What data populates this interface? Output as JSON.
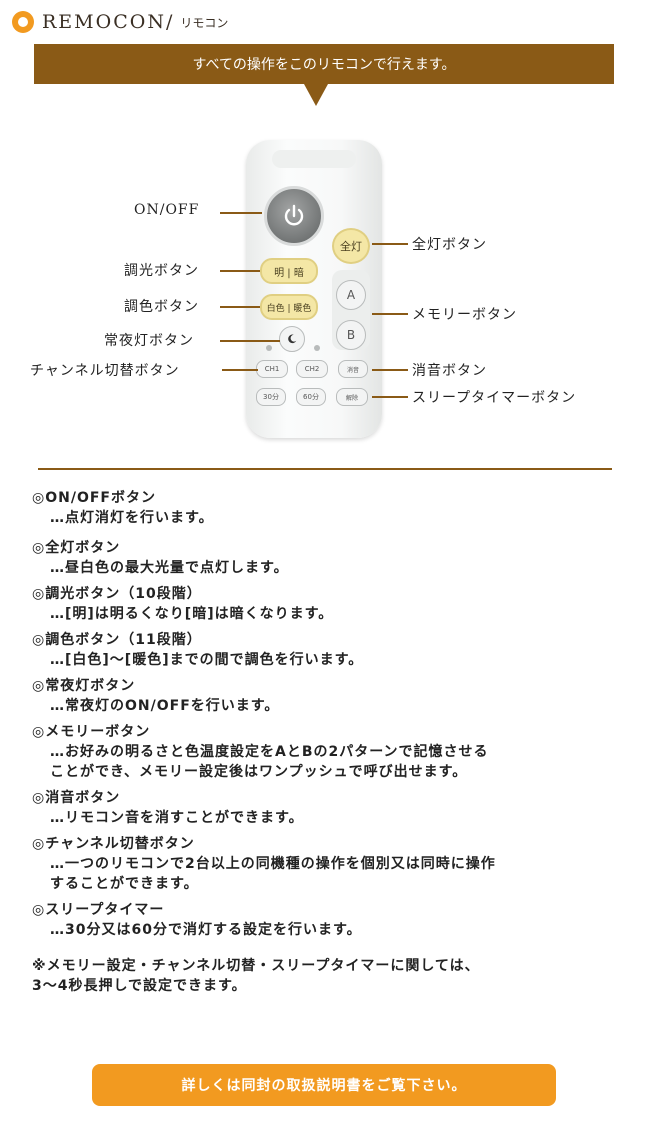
{
  "header": {
    "title": "REMOCON/",
    "subtitle": "リモコン"
  },
  "banner": {
    "text": "すべての操作をこのリモコンで行えます。"
  },
  "remote": {
    "btn_zentou": "全灯",
    "btn_choukou": "明 | 暗",
    "btn_choushoku": "白色 | 暖色",
    "btn_a": "A",
    "btn_b": "B",
    "btn_ch1": "CH1",
    "btn_ch2": "CH2",
    "btn_mute": "消音",
    "btn_30": "30分",
    "btn_60": "60分",
    "btn_kaijo": "解除"
  },
  "callouts": {
    "onoff": "ON/OFF",
    "zentou": "全灯ボタン",
    "choukou": "調光ボタン",
    "choushoku": "調色ボタン",
    "memory": "メモリーボタン",
    "joyatou": "常夜灯ボタン",
    "channel": "チャンネル切替ボタン",
    "mute": "消音ボタン",
    "sleep": "スリープタイマーボタン"
  },
  "items": [
    {
      "title": "◎ON/OFFボタン",
      "desc": "…点灯消灯を行います。"
    },
    {
      "title": "◎全灯ボタン",
      "desc": "…昼白色の最大光量で点灯します。"
    },
    {
      "title": "◎調光ボタン（10段階）",
      "desc": "…[明]は明るくなり[暗]は暗くなります。"
    },
    {
      "title": "◎調色ボタン（11段階）",
      "desc": "…[白色]～[暖色]までの間で調色を行います。"
    },
    {
      "title": "◎常夜灯ボタン",
      "desc": "…常夜灯のON/OFFを行います。"
    },
    {
      "title": "◎メモリーボタン",
      "desc": "…お好みの明るさと色温度設定をAとBの2パターンで記憶させる\n  ことができ、メモリー設定後はワンプッシュで呼び出せます。"
    },
    {
      "title": "◎消音ボタン",
      "desc": "…リモコン音を消すことができます。"
    },
    {
      "title": "◎チャンネル切替ボタン",
      "desc": "…一つのリモコンで2台以上の同機種の操作を個別又は同時に操作\n  することができます。"
    },
    {
      "title": "◎スリープタイマー",
      "desc": "…30分又は60分で消灯する設定を行います。"
    }
  ],
  "note": "※メモリー設定・チャンネル切替・スリープタイマーに関しては、\n  3～4秒長押しで設定できます。",
  "cta": "詳しくは同封の取扱説明書をご覧下さい。",
  "colors": {
    "accent": "#8a5a16",
    "orange": "#f29a20",
    "button_yellow": "#f4e7a6"
  }
}
